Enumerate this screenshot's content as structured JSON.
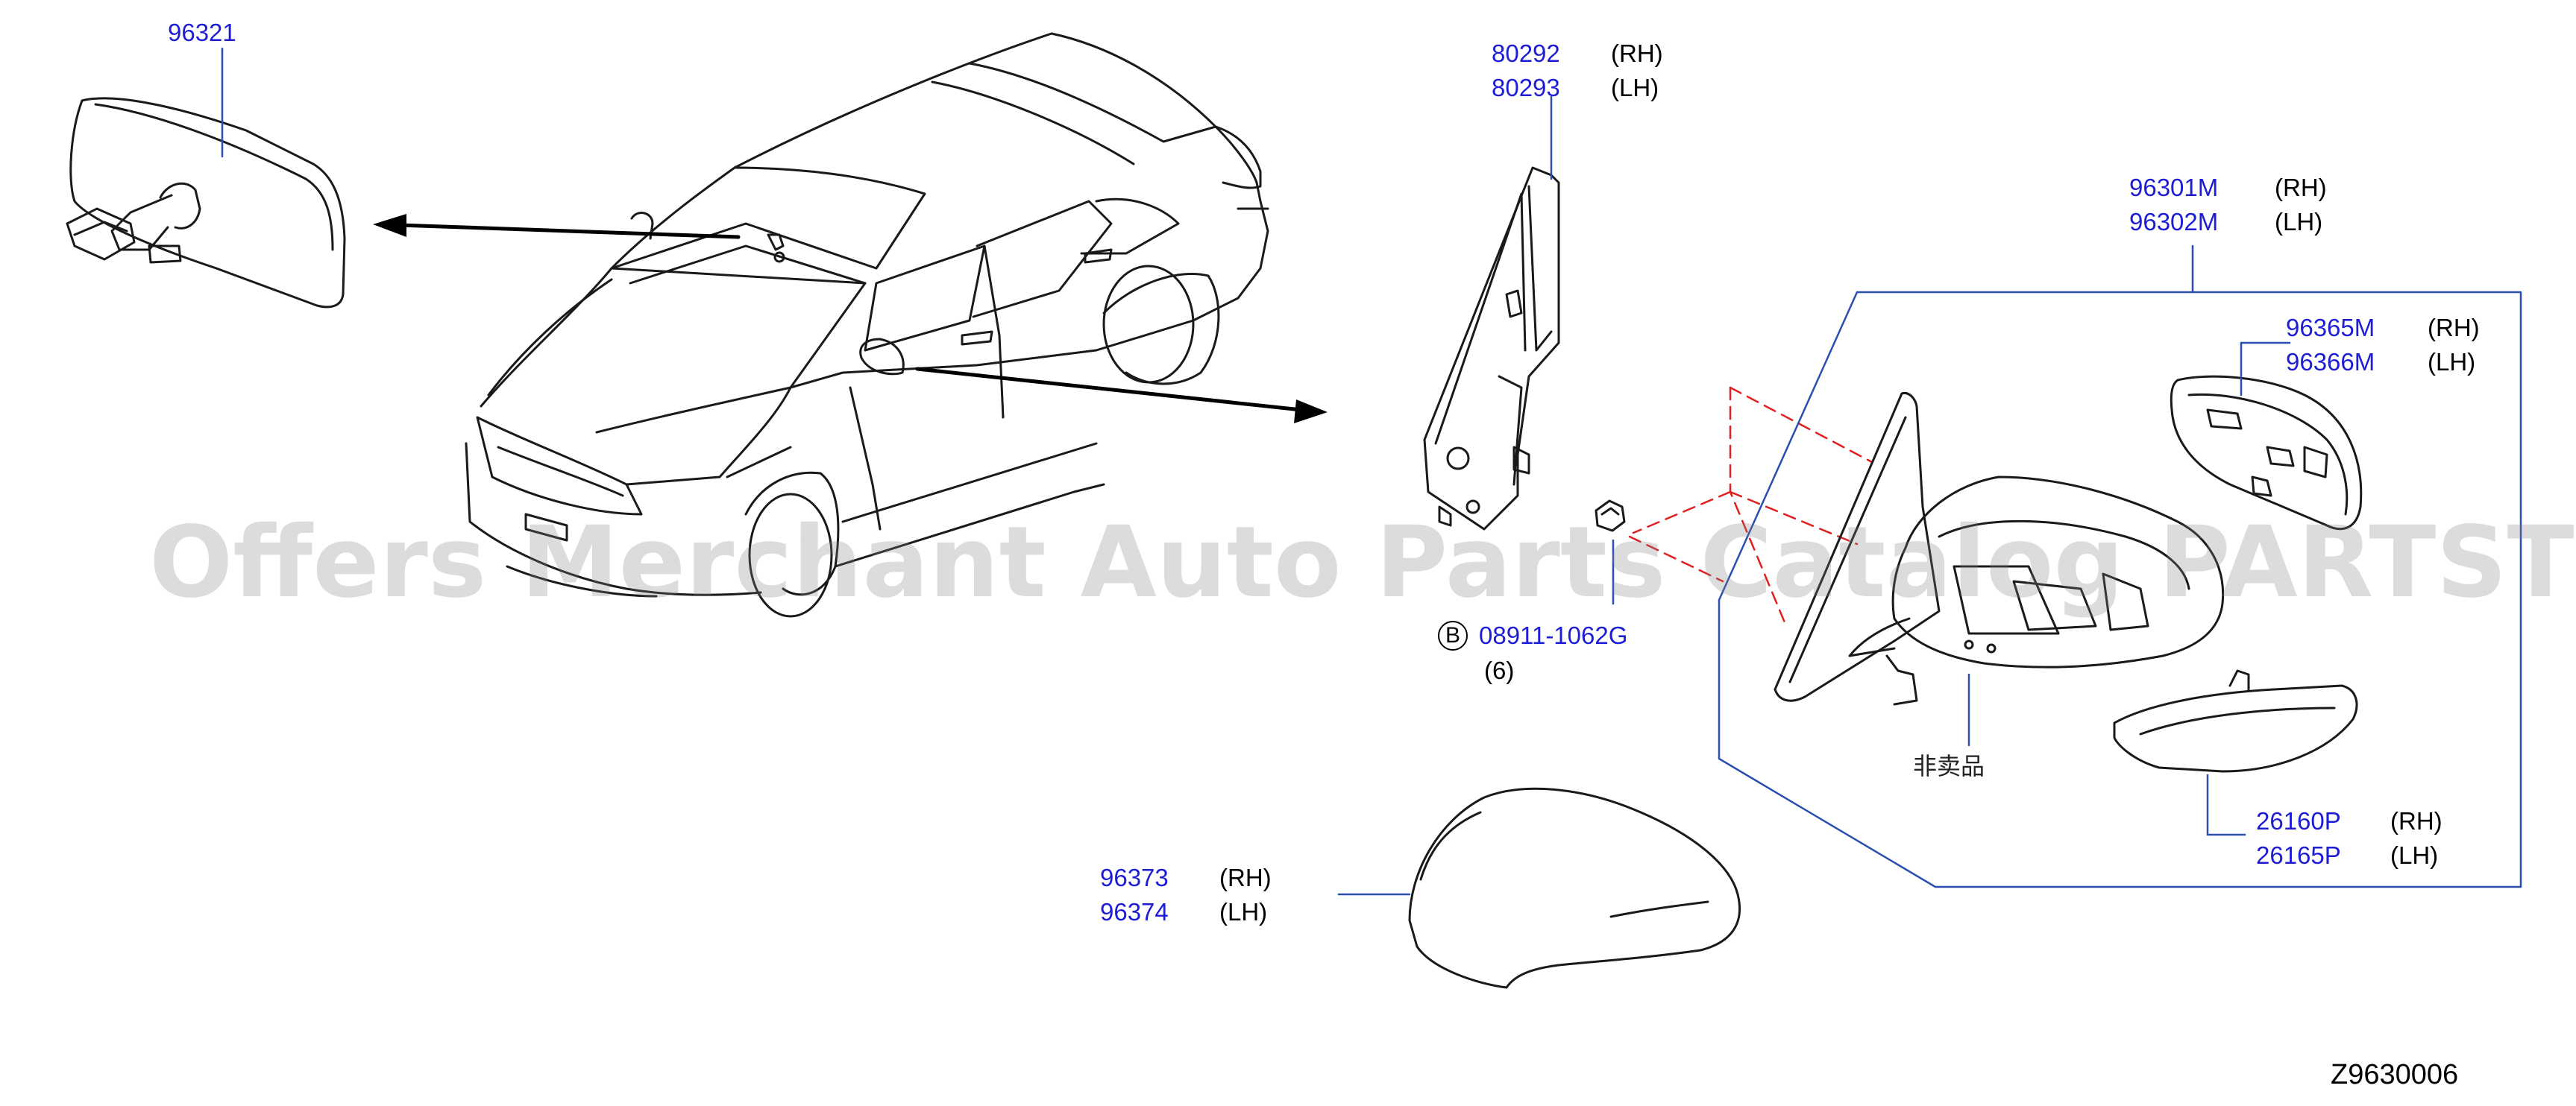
{
  "colors": {
    "part_number": "#1d1dd6",
    "leader": "#2b4fb0",
    "outline": "#1a1a1a",
    "hidden_line": "#e02020",
    "watermark": "#808080"
  },
  "watermark": "Offers Merchant Auto Parts Catalog PARTSTORE.SA",
  "diagram_code": "Z9630006",
  "callouts": {
    "inside_mirror": {
      "part": "96321"
    },
    "mirror_base": {
      "part_rh": "80292",
      "part_lh": "80293",
      "side_rh": "(RH)",
      "side_lh": "(LH)"
    },
    "door_mirror_assy": {
      "part_rh": "96301M",
      "part_lh": "96302M",
      "side_rh": "(RH)",
      "side_lh": "(LH)"
    },
    "mirror_glass": {
      "part_rh": "96365M",
      "part_lh": "96366M",
      "side_rh": "(RH)",
      "side_lh": "(LH)"
    },
    "nut": {
      "badge": "B",
      "part": "08911-1062G",
      "qty": "(6)"
    },
    "mirror_body": {
      "note": "非卖品"
    },
    "turn_lamp": {
      "part_rh": "26160P",
      "part_lh": "26165P",
      "side_rh": "(RH)",
      "side_lh": "(LH)"
    },
    "mirror_cover": {
      "part_rh": "96373",
      "part_lh": "96374",
      "side_rh": "(RH)",
      "side_lh": "(LH)"
    }
  }
}
